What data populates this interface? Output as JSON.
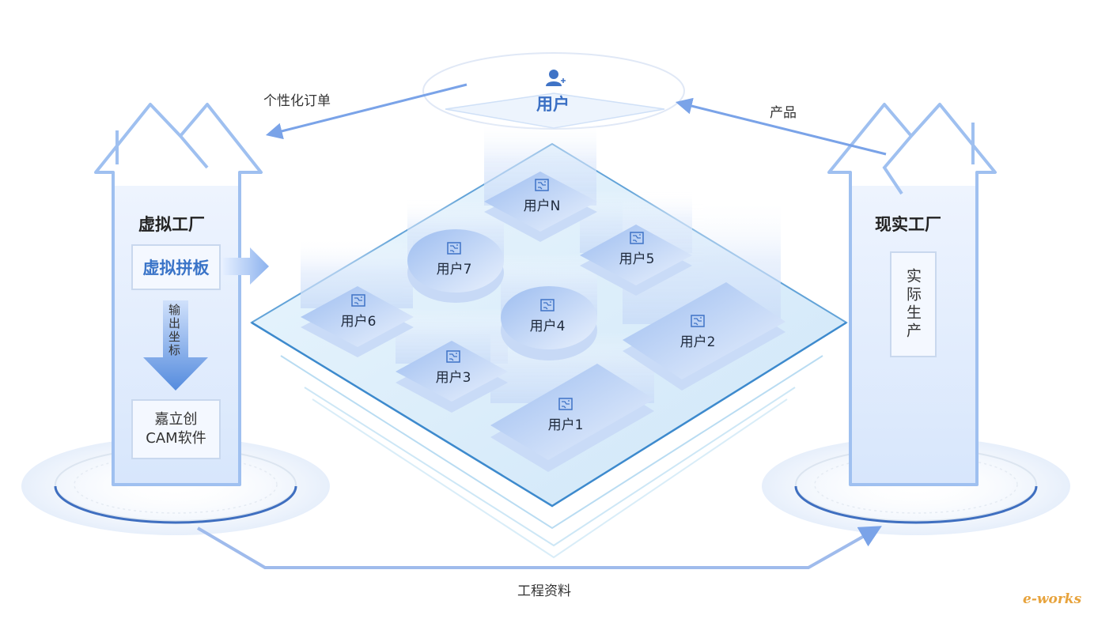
{
  "top_node": {
    "label": "用户",
    "icon": "user-icon"
  },
  "flows": {
    "order": "个性化订单",
    "product": "产品",
    "engineering": "工程资料"
  },
  "virtual_factory": {
    "title": "虚拟工厂",
    "panelize": "虚拟拼板",
    "output": "输出坐标",
    "software": "嘉立创\nCAM软件"
  },
  "real_factory": {
    "title": "现实工厂",
    "production": "实际生产"
  },
  "users": [
    {
      "label": "用户N",
      "icon": "circuit-board-icon"
    },
    {
      "label": "用户7",
      "icon": "circuit-board-icon"
    },
    {
      "label": "用户5",
      "icon": "circuit-board-icon"
    },
    {
      "label": "用户6",
      "icon": "circuit-board-icon"
    },
    {
      "label": "用户4",
      "icon": "circuit-board-icon"
    },
    {
      "label": "用户2",
      "icon": "circuit-board-icon"
    },
    {
      "label": "用户3",
      "icon": "circuit-board-icon"
    },
    {
      "label": "用户1",
      "icon": "circuit-board-icon"
    }
  ],
  "watermark": "e-works",
  "colors": {
    "accent": "#5b8fdc",
    "accent_dark": "#2f6fc9",
    "panel": "#e8f0fd",
    "line": "#7aa3e8"
  }
}
